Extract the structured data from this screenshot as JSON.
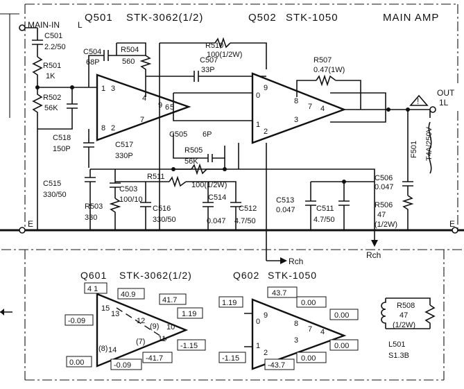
{
  "header": {
    "q501": "Q501",
    "stk3062_half": "STK-3062(1/2)",
    "q502": "Q502",
    "stk1050": "STK-1050",
    "main_amp": "MAIN AMP",
    "main_in": "MAIN-IN",
    "main_in_ch": "L",
    "out": "OUT",
    "out_ch": "1L"
  },
  "components": {
    "c501": [
      "C501",
      "2.2/50"
    ],
    "r501": [
      "R501",
      "1K"
    ],
    "r502": [
      "R502",
      "56K"
    ],
    "c518": [
      "C518",
      "150P"
    ],
    "c504": [
      "C504",
      "68P"
    ],
    "r504": [
      "R504",
      "560"
    ],
    "c517": [
      "C517",
      "330P"
    ],
    "c507": [
      "C507",
      "33P"
    ],
    "r510": [
      "R510",
      "100(1/2W)"
    ],
    "r507": [
      "R507",
      "0.47(1W)"
    ],
    "c505": [
      "C505",
      "6P"
    ],
    "r505": [
      "R505",
      "56K"
    ],
    "r511": [
      "R511",
      "100(1/2W)"
    ],
    "c515": [
      "C515",
      "330/50"
    ],
    "c503": [
      "C503",
      "100/10"
    ],
    "r503": [
      "R503",
      "330"
    ],
    "c516": [
      "C516",
      "330/50"
    ],
    "c514": [
      "C514",
      "0.047"
    ],
    "c512": [
      "C512",
      "4.7/50"
    ],
    "c513": [
      "C513",
      "0.047"
    ],
    "c511": [
      "C511",
      "4.7/50"
    ],
    "c506": [
      "C506",
      "0.047"
    ],
    "r506": [
      "R506",
      "47",
      "(1/2W)"
    ],
    "f501": [
      "F501",
      "T4A/250V"
    ],
    "r508": [
      "R508",
      "47",
      "(1/2W)"
    ],
    "l501": [
      "L501",
      "S1.3B"
    ]
  },
  "amp_pins": {
    "q501": [
      "1",
      "3",
      "4",
      "9",
      "6",
      "5",
      "8",
      "2",
      "7"
    ],
    "q502": [
      "9",
      "0",
      "8",
      "7",
      "4",
      "1",
      "2",
      "3"
    ]
  },
  "labels": {
    "rch_1": "Rch",
    "rch_2": "Rch",
    "e_left": "E",
    "e_right": "E",
    "warning": "!"
  },
  "bottom": {
    "q601": "Q601",
    "q601_part": "STK-3062(1/2)",
    "q602": "Q602",
    "q602_part": "STK-1050",
    "q601_pins": [
      "15",
      "13",
      "12",
      "(9)",
      "10",
      "11",
      "(7)",
      "14",
      "(8)"
    ],
    "q602_pins": [
      "9",
      "0",
      "8",
      "7",
      "4",
      "1",
      "2",
      "3"
    ],
    "q601_volts": [
      "4 1",
      "40.9",
      "41.7",
      "1.19",
      "-0.09",
      "-1.15",
      "-41.7",
      "-0.09",
      "0.00"
    ],
    "q602_volts": [
      "43.7",
      "0.00",
      "1.19",
      "0.00",
      "0.00",
      "-1.15",
      "-43.7",
      "0.00"
    ]
  }
}
